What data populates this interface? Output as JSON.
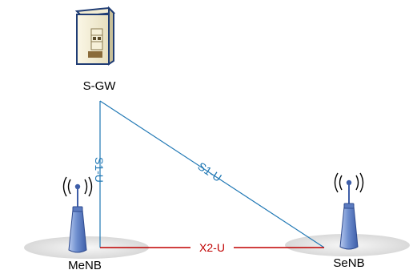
{
  "nodes": {
    "sgw": {
      "label": "S-GW",
      "icon": "server-icon"
    },
    "menb": {
      "label": "MeNB",
      "icon": "antenna-icon"
    },
    "senb": {
      "label": "SeNB",
      "icon": "antenna-icon"
    }
  },
  "links": {
    "s1u_menb": {
      "label": "S1-U",
      "color": "#1f77b4"
    },
    "s1u_senb": {
      "label": "S1-U",
      "color": "#1f77b4"
    },
    "x2u": {
      "label": "X2-U",
      "color": "#c00000"
    }
  },
  "colors": {
    "s1_line": "#1f77b4",
    "x2_line": "#c00000",
    "ground": "#e3e3e3",
    "antenna": "#7fa0d8"
  }
}
